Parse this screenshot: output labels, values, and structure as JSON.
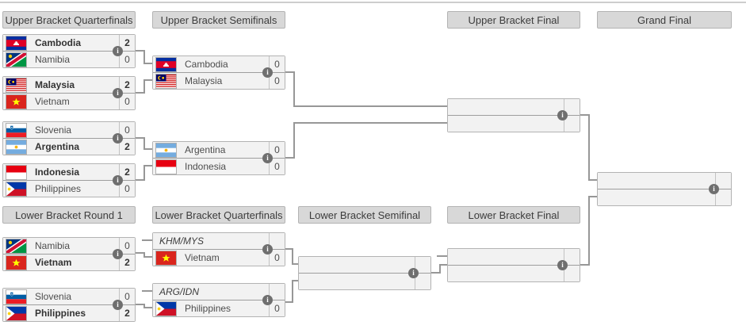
{
  "page": {
    "background": "#ffffff",
    "top_divider_color": "#cdcdcd"
  },
  "colors": {
    "header_bg": "#d8d8d8",
    "header_border": "#b3b3b3",
    "match_bg": "#f2f2f2",
    "match_border": "#b3b3b3",
    "connector": "#979797",
    "info_icon_bg": "#6f6f6f",
    "winner_text": "#333333",
    "team_text": "#4d4d4d"
  },
  "icons": {
    "info_glyph": "i"
  },
  "headers": {
    "ubqf": "Upper Bracket Quarterfinals",
    "ubsf": "Upper Bracket Semifinals",
    "ubf": "Upper Bracket Final",
    "gf": "Grand Final",
    "lbr1": "Lower Bracket Round 1",
    "lbqf": "Lower Bracket Quarterfinals",
    "lbsf": "Lower Bracket Semifinal",
    "lbf": "Lower Bracket Final"
  },
  "matches": {
    "ubqf1": {
      "slots": [
        {
          "name": "Cambodia",
          "score": "2",
          "flag": "flag-cambodia-icon",
          "winner": true
        },
        {
          "name": "Namibia",
          "score": "0",
          "flag": "flag-namibia-icon",
          "winner": false
        }
      ]
    },
    "ubqf2": {
      "slots": [
        {
          "name": "Malaysia",
          "score": "2",
          "flag": "flag-malaysia-icon",
          "winner": true
        },
        {
          "name": "Vietnam",
          "score": "0",
          "flag": "flag-vietnam-icon",
          "winner": false
        }
      ]
    },
    "ubqf3": {
      "slots": [
        {
          "name": "Slovenia",
          "score": "0",
          "flag": "flag-slovenia-icon",
          "winner": false
        },
        {
          "name": "Argentina",
          "score": "2",
          "flag": "flag-argentina-icon",
          "winner": true
        }
      ]
    },
    "ubqf4": {
      "slots": [
        {
          "name": "Indonesia",
          "score": "2",
          "flag": "flag-indonesia-icon",
          "winner": true
        },
        {
          "name": "Philippines",
          "score": "0",
          "flag": "flag-philippines-icon",
          "winner": false
        }
      ]
    },
    "ubsf1": {
      "slots": [
        {
          "name": "Cambodia",
          "score": "0",
          "flag": "flag-cambodia-icon",
          "winner": false
        },
        {
          "name": "Malaysia",
          "score": "0",
          "flag": "flag-malaysia-icon",
          "winner": false
        }
      ]
    },
    "ubsf2": {
      "slots": [
        {
          "name": "Argentina",
          "score": "0",
          "flag": "flag-argentina-icon",
          "winner": false
        },
        {
          "name": "Indonesia",
          "score": "0",
          "flag": "flag-indonesia-icon",
          "winner": false
        }
      ]
    },
    "ubf": {
      "slots": [
        {
          "name": "",
          "score": ""
        },
        {
          "name": "",
          "score": ""
        }
      ]
    },
    "gf": {
      "slots": [
        {
          "name": "",
          "score": ""
        },
        {
          "name": "",
          "score": ""
        }
      ]
    },
    "lbr1m1": {
      "slots": [
        {
          "name": "Namibia",
          "score": "0",
          "flag": "flag-namibia-icon",
          "winner": false
        },
        {
          "name": "Vietnam",
          "score": "2",
          "flag": "flag-vietnam-icon",
          "winner": true
        }
      ]
    },
    "lbr1m2": {
      "slots": [
        {
          "name": "Slovenia",
          "score": "0",
          "flag": "flag-slovenia-icon",
          "winner": false
        },
        {
          "name": "Philippines",
          "score": "2",
          "flag": "flag-philippines-icon",
          "winner": true
        }
      ]
    },
    "lbqf1": {
      "slots": [
        {
          "name": "KHM/MYS",
          "score": "",
          "placeholder": true
        },
        {
          "name": "Vietnam",
          "score": "0",
          "flag": "flag-vietnam-icon",
          "winner": false
        }
      ]
    },
    "lbqf2": {
      "slots": [
        {
          "name": "ARG/IDN",
          "score": "",
          "placeholder": true
        },
        {
          "name": "Philippines",
          "score": "0",
          "flag": "flag-philippines-icon",
          "winner": false
        }
      ]
    },
    "lbsf": {
      "slots": [
        {
          "name": "",
          "score": ""
        },
        {
          "name": "",
          "score": ""
        }
      ]
    },
    "lbf": {
      "slots": [
        {
          "name": "",
          "score": ""
        },
        {
          "name": "",
          "score": ""
        }
      ]
    }
  }
}
